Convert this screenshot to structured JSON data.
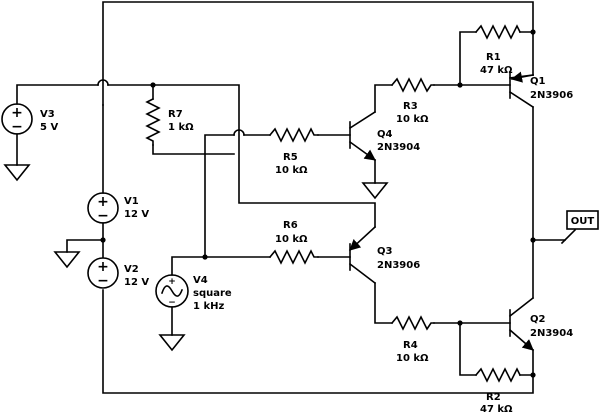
{
  "components": {
    "v3": {
      "name": "V3",
      "value": "5 V"
    },
    "v1": {
      "name": "V1",
      "value": "12 V"
    },
    "v2": {
      "name": "V2",
      "value": "12 V"
    },
    "v4": {
      "name": "V4",
      "value_line1": "square",
      "value_line2": "1 kHz"
    },
    "r7": {
      "name": "R7",
      "value": "1 kΩ"
    },
    "r5": {
      "name": "R5",
      "value": "10 kΩ"
    },
    "r6": {
      "name": "R6",
      "value": "10 kΩ"
    },
    "r3": {
      "name": "R3",
      "value": "10 kΩ"
    },
    "r4": {
      "name": "R4",
      "value": "10 kΩ"
    },
    "r1": {
      "name": "R1",
      "value": "47 kΩ"
    },
    "r2": {
      "name": "R2",
      "value": "47 kΩ"
    },
    "q1": {
      "name": "Q1",
      "part": "2N3906"
    },
    "q2": {
      "name": "Q2",
      "part": "2N3904"
    },
    "q3": {
      "name": "Q3",
      "part": "2N3906"
    },
    "q4": {
      "name": "Q4",
      "part": "2N3904"
    }
  },
  "output_label": "OUT",
  "symbols": {
    "plus": "+",
    "minus": "−"
  }
}
